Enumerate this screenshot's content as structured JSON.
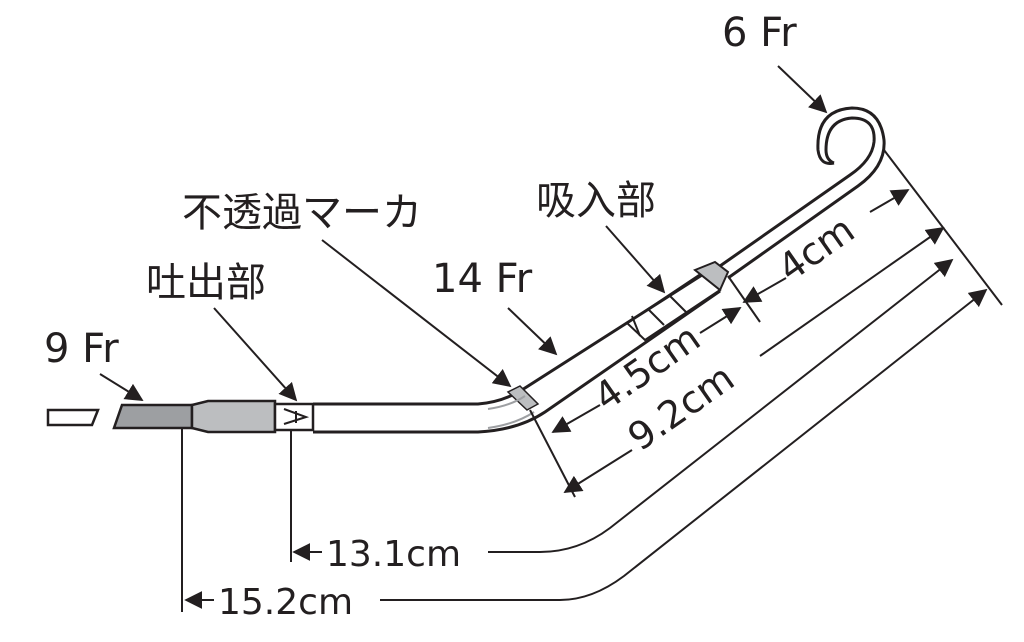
{
  "labels": {
    "fr6": "6 Fr",
    "fr14": "14 Fr",
    "fr9": "9 Fr",
    "marker": "不透過マーカ",
    "inlet": "吸入部",
    "outlet": "吐出部"
  },
  "dimensions": {
    "d4": "4cm",
    "d45": "4.5cm",
    "d92": "9.2cm",
    "d131": "13.1cm",
    "d152": "15.2cm"
  }
}
